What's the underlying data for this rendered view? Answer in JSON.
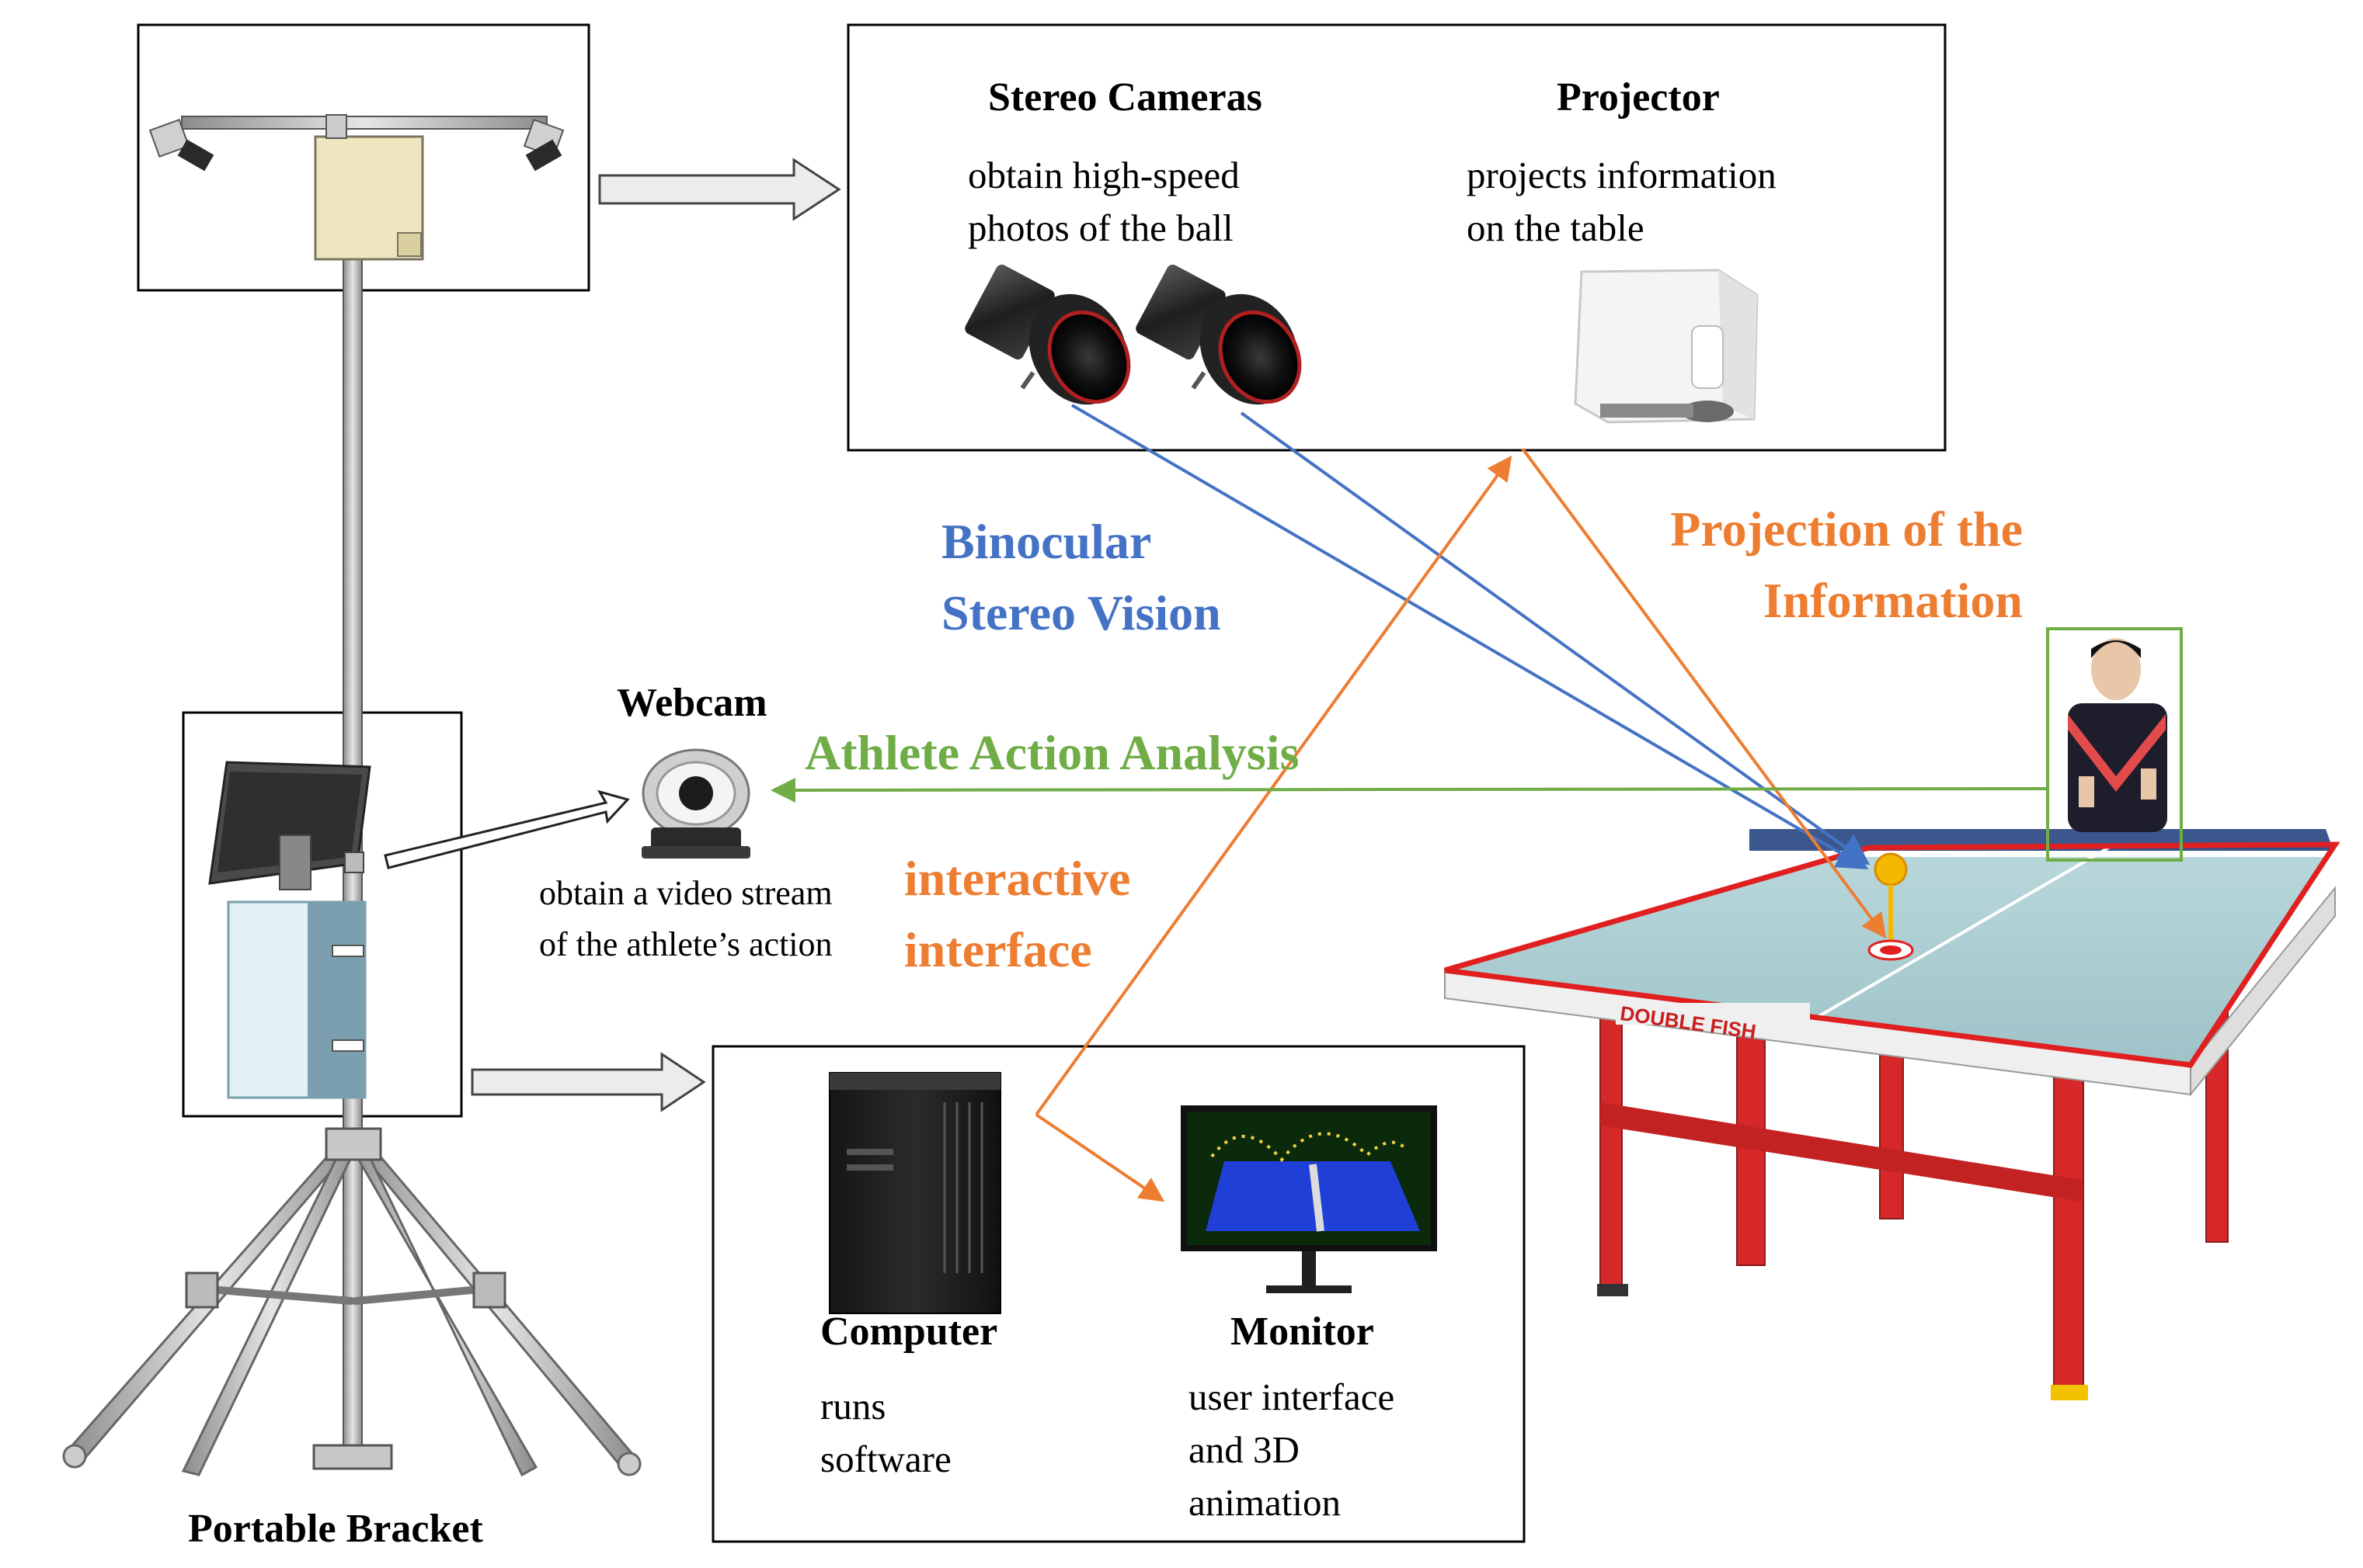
{
  "stereo_cameras": {
    "title": "Stereo Cameras",
    "desc_line1": "obtain high-speed",
    "desc_line2": "photos of the ball"
  },
  "projector": {
    "title": "Projector",
    "desc_line1": "projects information",
    "desc_line2": "on the table"
  },
  "webcam": {
    "title": "Webcam",
    "desc_line1": "obtain a video stream",
    "desc_line2": "of the athlete’s action"
  },
  "computer": {
    "title": "Computer",
    "desc_line1": "runs",
    "desc_line2": "software"
  },
  "monitor": {
    "title": "Monitor",
    "desc_line1": "user interface",
    "desc_line2": "and 3D",
    "desc_line3": "animation"
  },
  "bracket": {
    "title": "Portable Bracket"
  },
  "flows": {
    "binocular_line1": "Binocular",
    "binocular_line2": "Stereo Vision",
    "projection_line1": "Projection of the",
    "projection_line2": "Information",
    "athlete": "Athlete Action Analysis",
    "interactive_line1": "interactive",
    "interactive_line2": "interface"
  },
  "table_brand": "DOUBLE FISH",
  "colors": {
    "blue": "#4472c4",
    "orange": "#ed7d31",
    "green": "#70ad47",
    "table_red": "#e02020",
    "table_top": "#a9cbcf",
    "ball": "#f5b800"
  }
}
